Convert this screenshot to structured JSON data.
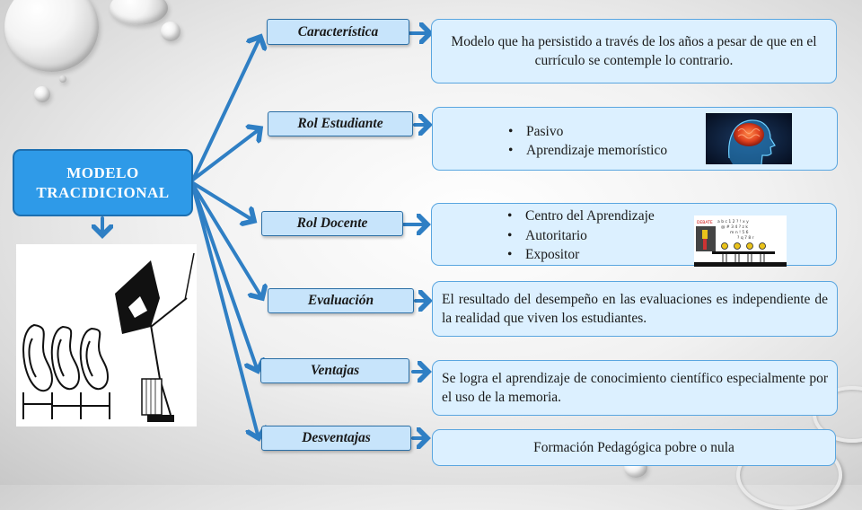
{
  "main": {
    "title": "MODELO TRACIDICIONAL"
  },
  "nodes": [
    {
      "label": "Característica",
      "content": "Modelo que ha persistido a través de los años a pesar de que en el currículo se contemple lo contrario."
    },
    {
      "label": "Rol Estudiante",
      "bullets": [
        "Pasivo",
        "Aprendizaje memorístico"
      ]
    },
    {
      "label": "Rol Docente",
      "bullets": [
        "Centro del Aprendizaje",
        "Autoritario",
        "Expositor"
      ]
    },
    {
      "label": "Evaluación",
      "content": "El resultado del desempeño en las evaluaciones es independiente de la realidad que viven los estudiantes."
    },
    {
      "label": "Ventajas",
      "content": "Se logra el aprendizaje de conocimiento científico especialmente por el uso de la memoria."
    },
    {
      "label": "Desventajas",
      "content": "Formación Pedagógica pobre o nula"
    }
  ],
  "classroom_caption": "DEBATE",
  "colors": {
    "main_box": "#2e9ae8",
    "label_box": "#c7e4fb",
    "content_box": "#dcf0ff",
    "arrow": "#2f7fc4"
  }
}
